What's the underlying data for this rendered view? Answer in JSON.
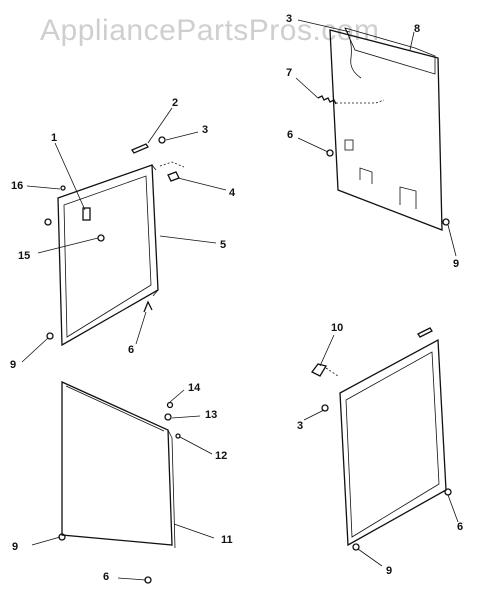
{
  "watermark": "AppliancePartsPros.com",
  "callouts": {
    "c1": "1",
    "c2": "2",
    "c3a": "3",
    "c4": "4",
    "c5": "5",
    "c6a": "6",
    "c9a": "9",
    "c15": "15",
    "c16": "16",
    "c3b": "3",
    "c7": "7",
    "c8": "8",
    "c6b": "6",
    "c9b": "9",
    "c9c": "9",
    "c6c": "6",
    "c14": "14",
    "c13": "13",
    "c12": "12",
    "c11": "11",
    "c10": "10",
    "c3c": "3",
    "c6d": "6",
    "c9d": "9"
  }
}
